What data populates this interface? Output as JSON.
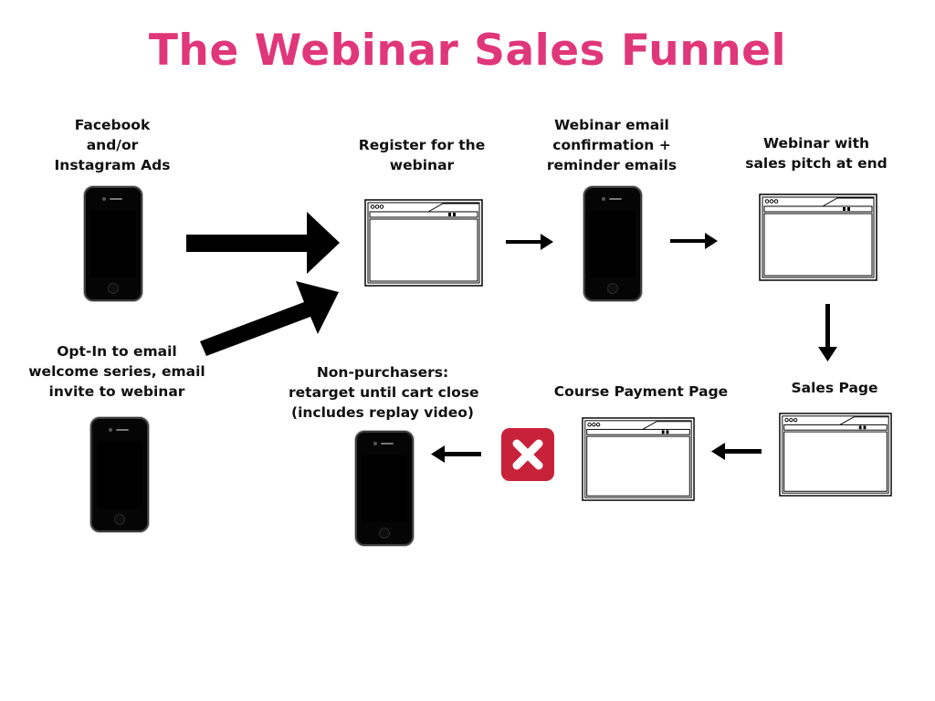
{
  "title": "The Webinar Sales Funnel",
  "steps": {
    "facebook_ads": [
      "Facebook",
      "and/or",
      "Instagram Ads"
    ],
    "opt_in": [
      "Opt-In to email",
      "welcome series, email",
      "invite to webinar"
    ],
    "register": [
      "Register for the",
      "webinar"
    ],
    "confirmation": [
      "Webinar email",
      "confirmation +",
      "reminder emails"
    ],
    "webinar": [
      "Webinar with",
      "sales pitch at end"
    ],
    "sales_page": [
      "Sales Page"
    ],
    "payment": [
      "Course Payment Page"
    ],
    "non_purchasers": [
      "Non-purchasers:",
      "retarget until cart close",
      "(includes replay video)"
    ]
  },
  "icons": {
    "phone": "smartphone-icon",
    "browser": "browser-window-icon",
    "arrow": "arrow-icon",
    "reject": "close-x-icon"
  },
  "colors": {
    "title": "#e0367a",
    "reject": "#c8223a",
    "arrow": "#000000"
  }
}
